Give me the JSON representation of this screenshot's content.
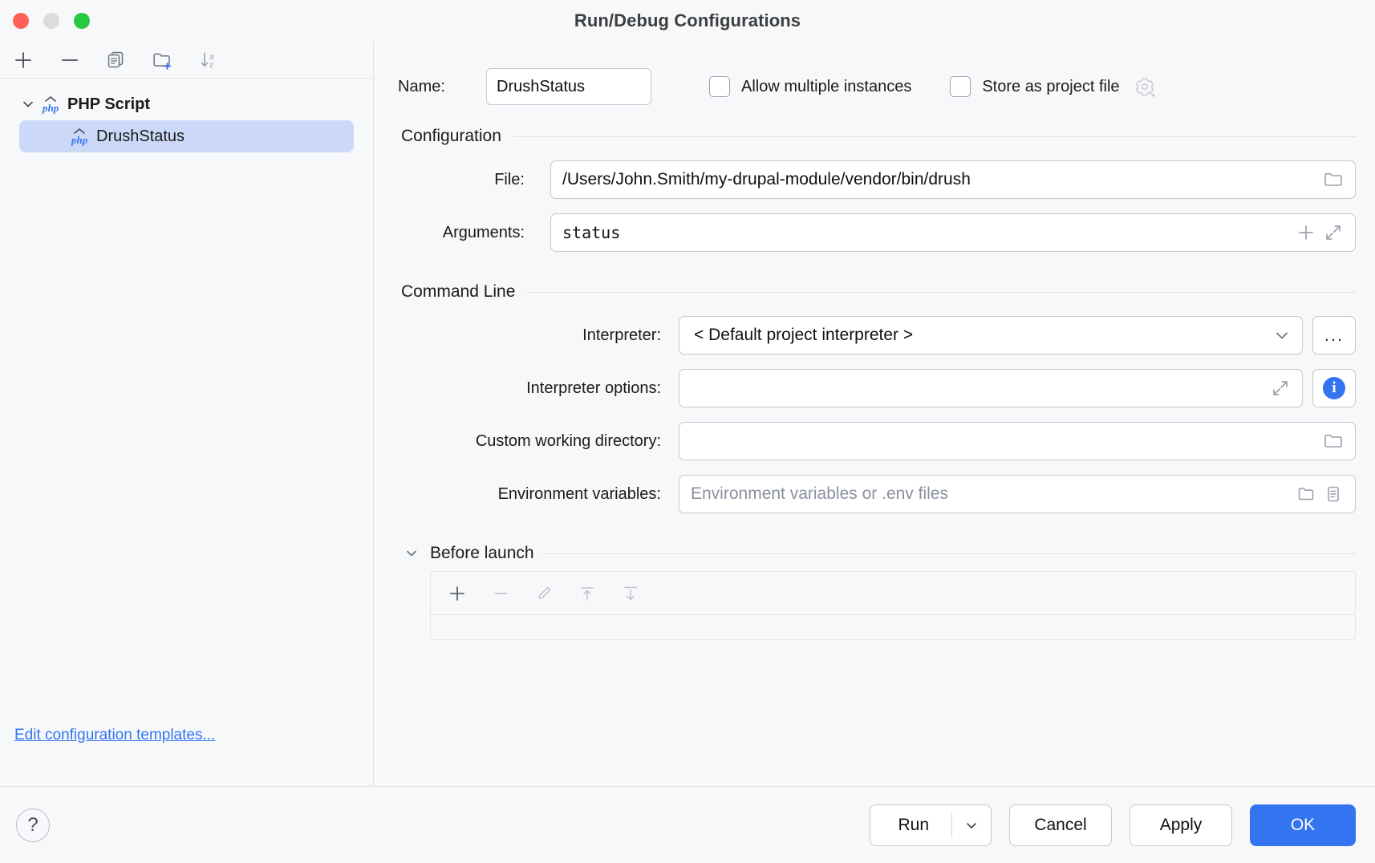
{
  "window": {
    "title": "Run/Debug Configurations",
    "traffic_lights": [
      "close",
      "minimize",
      "maximize"
    ]
  },
  "left_panel": {
    "toolbar": [
      {
        "name": "add-configuration-button",
        "icon": "plus-icon"
      },
      {
        "name": "remove-configuration-button",
        "icon": "minus-icon"
      },
      {
        "name": "copy-configuration-button",
        "icon": "copy-icon"
      },
      {
        "name": "new-folder-button",
        "icon": "folder-plus-icon"
      },
      {
        "name": "sort-configurations-button",
        "icon": "sort-alpha-icon"
      }
    ],
    "tree": [
      {
        "label": "PHP Script",
        "icon": "php-icon",
        "expanded": true,
        "selected": false,
        "level": 0
      },
      {
        "label": "DrushStatus",
        "icon": "php-icon",
        "expanded": false,
        "selected": true,
        "level": 1
      }
    ],
    "edit_templates_link": "Edit configuration templates..."
  },
  "form": {
    "name_label": "Name:",
    "name_value": "DrushStatus",
    "allow_multiple_instances_label": "Allow multiple instances",
    "allow_multiple_instances_checked": false,
    "store_as_project_file_label": "Store as project file",
    "store_as_project_file_checked": false,
    "store_gear_icon": "gear-icon",
    "configuration_section": "Configuration",
    "file_label": "File:",
    "file_value": "/Users/John.Smith/my-drupal-module/vendor/bin/drush",
    "file_browse_icon": "folder-icon",
    "arguments_label": "Arguments:",
    "arguments_value": "status",
    "arguments_insert_icon": "plus-icon",
    "arguments_expand_icon": "expand-icon",
    "command_line_section": "Command Line",
    "interpreter_label": "Interpreter:",
    "interpreter_value": "< Default project interpreter >",
    "interpreter_dropdown_icon": "chevron-down-icon",
    "interpreter_more_label": "...",
    "interpreter_options_label": "Interpreter options:",
    "interpreter_options_value": "",
    "interpreter_options_expand_icon": "expand-icon",
    "interpreter_options_info_icon": "info-icon",
    "working_directory_label": "Custom working directory:",
    "working_directory_value": "",
    "working_directory_browse_icon": "folder-icon",
    "env_variables_label": "Environment variables:",
    "env_variables_value": "",
    "env_variables_placeholder": "Environment variables or .env files",
    "env_variables_browse_icon": "folder-icon",
    "env_variables_list_icon": "list-icon",
    "before_launch_label": "Before launch",
    "before_launch_expanded": true,
    "before_launch_toolbar": [
      {
        "name": "before-launch-add-button",
        "icon": "plus-icon",
        "enabled": true
      },
      {
        "name": "before-launch-remove-button",
        "icon": "minus-icon",
        "enabled": false
      },
      {
        "name": "before-launch-edit-button",
        "icon": "pencil-icon",
        "enabled": false
      },
      {
        "name": "before-launch-move-up-button",
        "icon": "arrow-up-icon",
        "enabled": false
      },
      {
        "name": "before-launch-move-down-button",
        "icon": "arrow-down-icon",
        "enabled": false
      }
    ]
  },
  "footer": {
    "help_label": "?",
    "run_label": "Run",
    "run_dropdown_icon": "chevron-down-icon",
    "cancel_label": "Cancel",
    "apply_label": "Apply",
    "ok_label": "OK"
  },
  "colors": {
    "accent": "#3574f0",
    "selection": "#ccd8f8",
    "link": "#3574f0",
    "panel_bg": "#f7f8fa",
    "border": "#c4c8d0",
    "traffic_close": "#ff5f57",
    "traffic_min": "#dcdcdc",
    "traffic_max": "#28c840"
  }
}
